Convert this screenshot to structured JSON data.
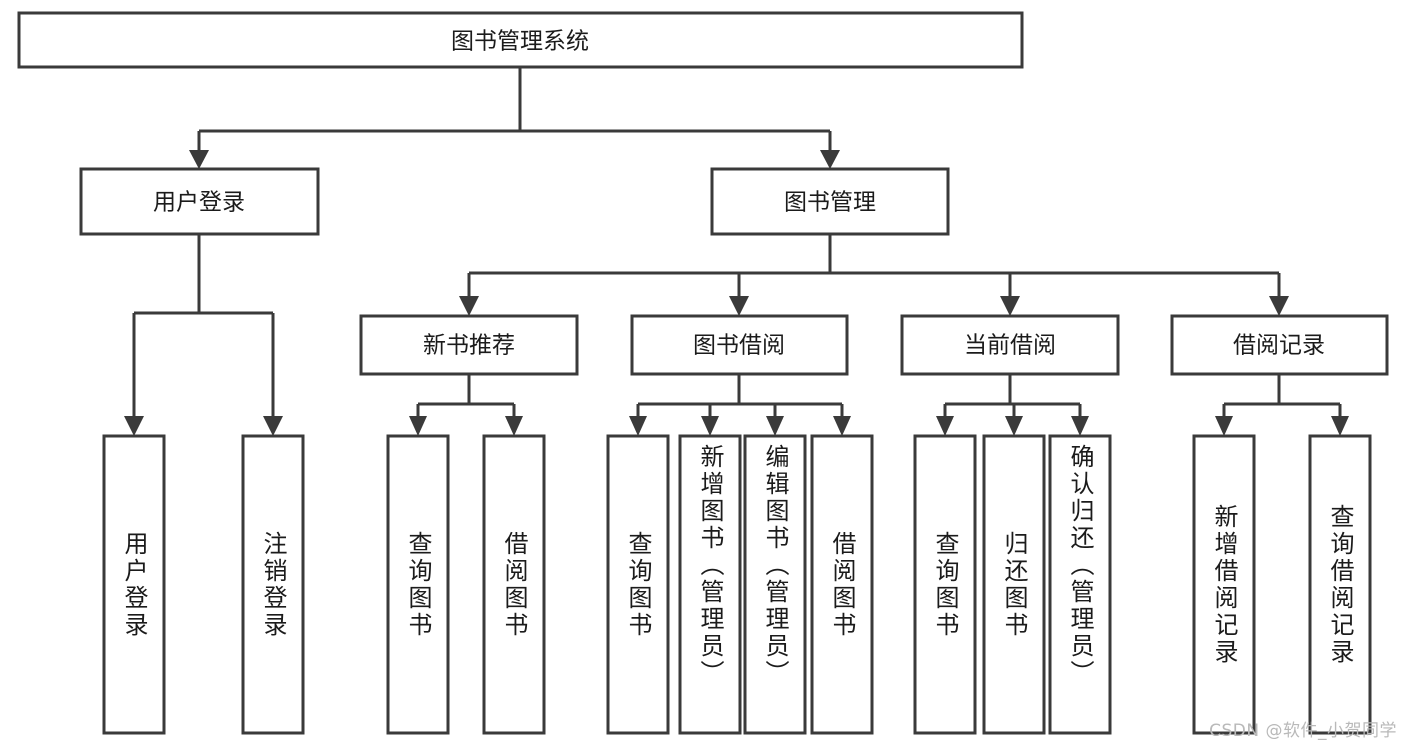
{
  "diagram": {
    "type": "tree",
    "title": "图书管理系统",
    "watermark": "CSDN @软件_小贺同学",
    "colors": {
      "box_stroke": "#3a3a3a",
      "box_fill": "#ffffff",
      "text": "#1b1b1b",
      "connector": "#3a3a3a",
      "background": "#ffffff",
      "watermark": "#b9b9b9"
    },
    "root": {
      "label": "图书管理系统"
    },
    "level2": [
      {
        "label": "用户登录"
      },
      {
        "label": "图书管理"
      }
    ],
    "level3": [
      {
        "label": "新书推荐"
      },
      {
        "label": "图书借阅"
      },
      {
        "label": "当前借阅"
      },
      {
        "label": "借阅记录"
      }
    ],
    "leaves": {
      "user_login": [
        {
          "label": "用户登录"
        },
        {
          "label": "注销登录"
        }
      ],
      "new_book": [
        {
          "label": "查询图书"
        },
        {
          "label": "借阅图书"
        }
      ],
      "book_borrow": [
        {
          "label": "查询图书"
        },
        {
          "label": "新增图书（管理员）"
        },
        {
          "label": "编辑图书（管理员）"
        },
        {
          "label": "借阅图书"
        }
      ],
      "current_borrow": [
        {
          "label": "查询图书"
        },
        {
          "label": "归还图书"
        },
        {
          "label": "确认归还（管理员）"
        }
      ],
      "borrow_record": [
        {
          "label": "新增借阅记录"
        },
        {
          "label": "查询借阅记录"
        }
      ]
    }
  }
}
